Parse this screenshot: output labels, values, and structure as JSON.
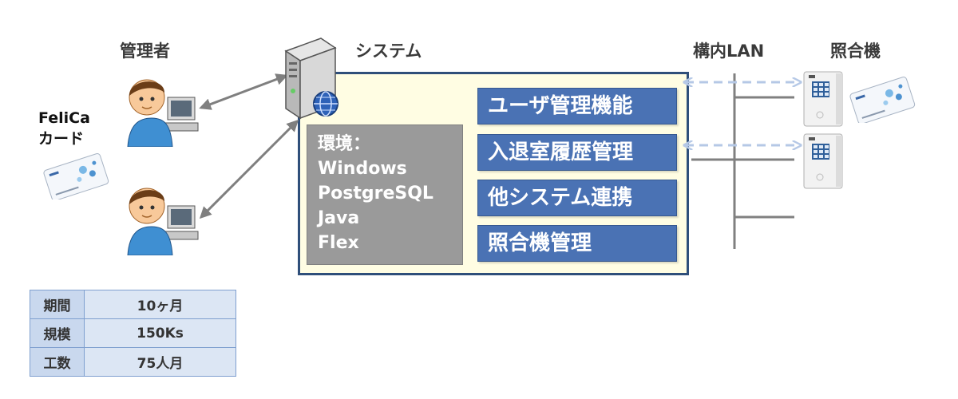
{
  "labels": {
    "admin": "管理者",
    "system": "システム",
    "lan": "構内LAN",
    "reader": "照合機",
    "felica_line1": "FeliCa",
    "felica_line2": "カード"
  },
  "environment": {
    "heading": "環境：",
    "items": [
      "Windows",
      "PostgreSQL",
      "Java",
      "Flex"
    ]
  },
  "functions": [
    "ユーザ管理機能",
    "入退室履歴管理",
    "他システム連携",
    "照合機管理"
  ],
  "info_table": [
    {
      "key": "期間",
      "value": "10ヶ月"
    },
    {
      "key": "規模",
      "value": "150Ks"
    },
    {
      "key": "工数",
      "value": "75人月"
    }
  ],
  "colors": {
    "function_fill": "#4a72b4",
    "system_fill": "#fffde3",
    "system_border": "#2f4f7a",
    "env_fill": "#9a9a9a",
    "table_key_fill": "#c9d8ee",
    "table_value_fill": "#dce6f4",
    "dashed_arrow": "#b5c8e6",
    "admin_arrow": "#7f7f7f"
  },
  "icons": [
    "admin-user-icon",
    "server-icon",
    "felica-card-icon",
    "card-reader-icon"
  ]
}
